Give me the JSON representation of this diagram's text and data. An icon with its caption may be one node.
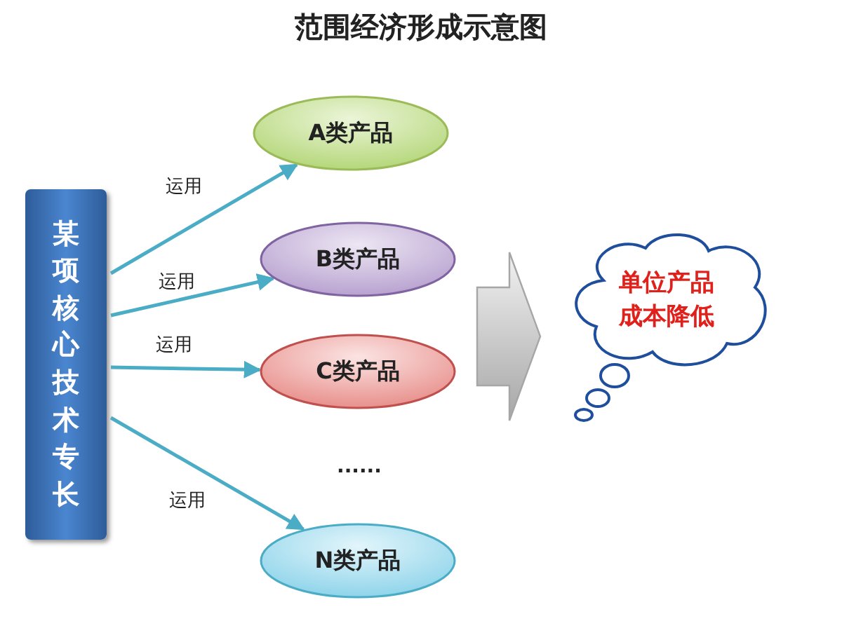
{
  "diagram": {
    "title": "范围经济形成示意图",
    "nodes": [
      {
        "text": [
          "某项核心技术专长"
        ]
      },
      {
        "text": [
          "A类产品"
        ]
      },
      {
        "text": [
          "B类产品"
        ]
      },
      {
        "text": [
          "C类产品"
        ]
      },
      {
        "text": [
          "N类产品"
        ]
      },
      {
        "text": [
          "单位产品成本降低"
        ]
      }
    ],
    "edges": [
      {
        "from": 0,
        "to": 1,
        "arrow": "to",
        "label": "运用"
      },
      {
        "from": 0,
        "to": 2,
        "arrow": "to",
        "label": "运用"
      },
      {
        "from": 0,
        "to": 3,
        "arrow": "to",
        "label": "运用"
      },
      {
        "from": 0,
        "to": 4,
        "arrow": "to",
        "label": "运用"
      },
      {
        "from": null,
        "to": 5,
        "arrow": "to",
        "style": "thick",
        "color": "#a6a6a6"
      }
    ],
    "labels": [
      "......"
    ]
  }
}
